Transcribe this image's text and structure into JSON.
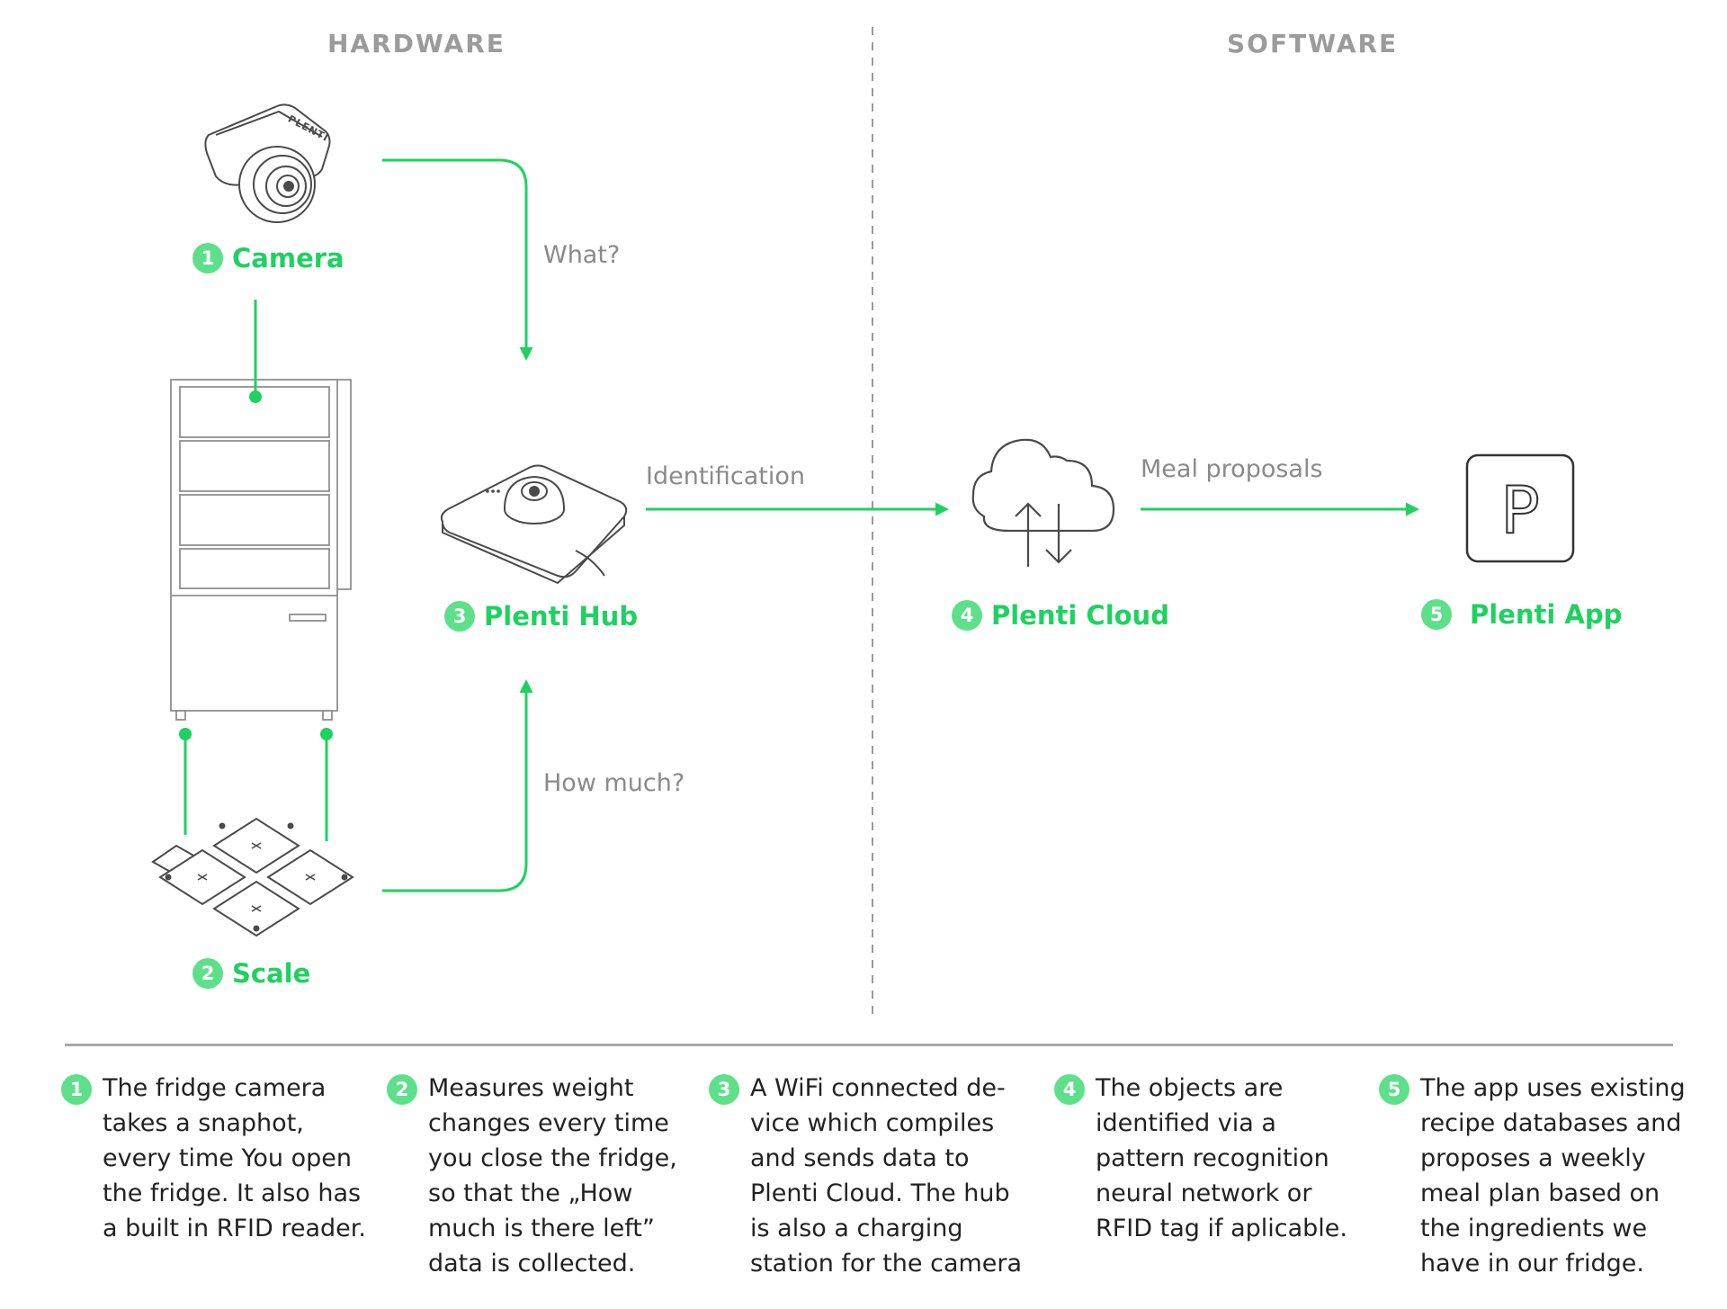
{
  "sections": {
    "hardware": "HARDWARE",
    "software": "SOFTWARE"
  },
  "nodes": {
    "camera": {
      "number": "1",
      "label": "Camera"
    },
    "scale": {
      "number": "2",
      "label": "Scale"
    },
    "hub": {
      "number": "3",
      "label": "Plenti Hub"
    },
    "cloud": {
      "number": "4",
      "label": "Plenti Cloud"
    },
    "app": {
      "number": "5",
      "label": "Plenti App",
      "icon_letter": "P"
    }
  },
  "edges": {
    "what": "What?",
    "how_much": "How much?",
    "identification": "Identification",
    "meal_proposals": "Meal proposals"
  },
  "branding": {
    "camera_text": "PLENTI"
  },
  "descriptions": [
    {
      "number": "1",
      "text": "The fridge camera\ntakes a snaphot,\nevery time You open\nthe fridge. It also has\na built in RFID reader."
    },
    {
      "number": "2",
      "text": "Measures weight\nchanges every time\nyou close the fridge,\nso that the „How\nmuch is there left”\ndata is collected."
    },
    {
      "number": "3",
      "text": "A WiFi connected de-\nvice which compiles\nand sends data to\nPlenti Cloud. The hub\nis also a charging\nstation for the camera"
    },
    {
      "number": "4",
      "text": "The objects are\nidentified via a\npattern recognition\nneural network or\nRFID tag if aplicable."
    },
    {
      "number": "5",
      "text": "The app uses existing\nrecipe databases and\nproposes a weekly\nmeal plan based on\nthe ingredients we\nhave in our fridge."
    }
  ],
  "colors": {
    "accent": "#1fd160",
    "badge": "#5ee08a",
    "muted_text": "#8a8a8a",
    "line_art": "#4a4a4a",
    "divider": "#a9a9a9"
  },
  "icons": [
    "camera-icon",
    "fridge-icon",
    "scale-pads-icon",
    "hub-icon",
    "cloud-sync-icon",
    "app-icon"
  ]
}
